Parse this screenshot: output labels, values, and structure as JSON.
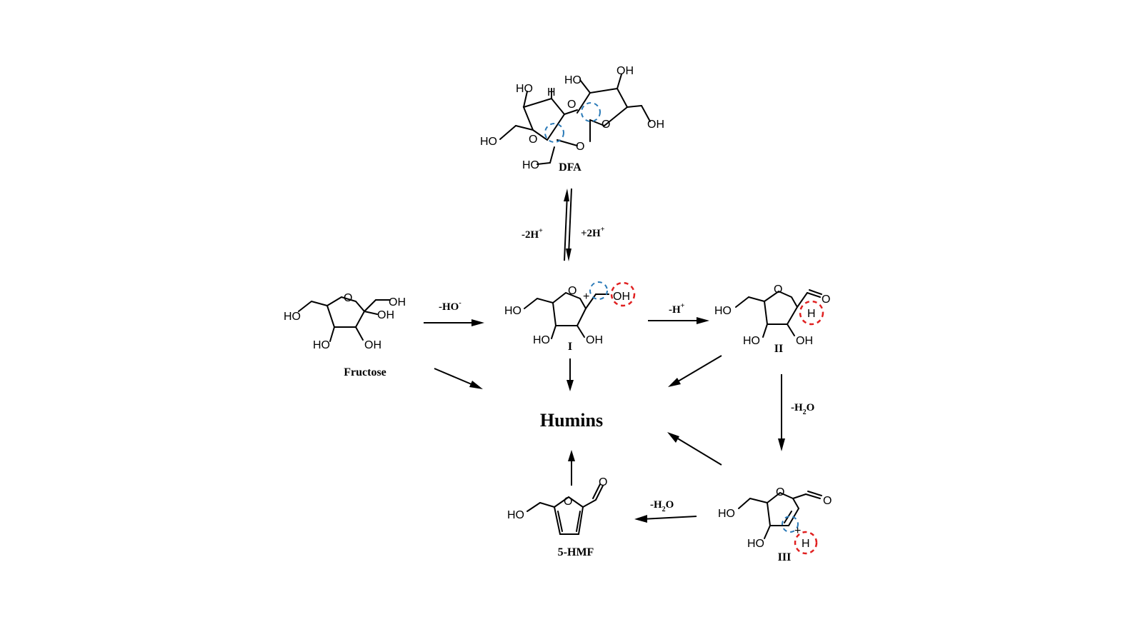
{
  "compounds": {
    "dfa": {
      "label": "DFA"
    },
    "fructose": {
      "label": "Fructose"
    },
    "intermediate_1": {
      "label": "I"
    },
    "intermediate_2": {
      "label": "II"
    },
    "intermediate_3": {
      "label": "III"
    },
    "hmf": {
      "label": "5-HMF"
    },
    "humins": {
      "label": "Humins"
    }
  },
  "reaction_labels": {
    "minus_2h": "-2H",
    "plus_2h": "+2H",
    "minus_ho": "-HO",
    "minus_h": "-H",
    "minus_h2o_right": "-H",
    "minus_h2o_bottom": "-H",
    "h2o_subscript": "2",
    "h2o_o": "O",
    "superscript_plus": "+",
    "superscript_minus": "-"
  },
  "atoms": {
    "ho": "HO",
    "oh": "OH",
    "o": "O",
    "h": "H",
    "plus": "+"
  },
  "colors": {
    "blue_marker": "#2a7ab8",
    "red_marker": "#e02020"
  }
}
